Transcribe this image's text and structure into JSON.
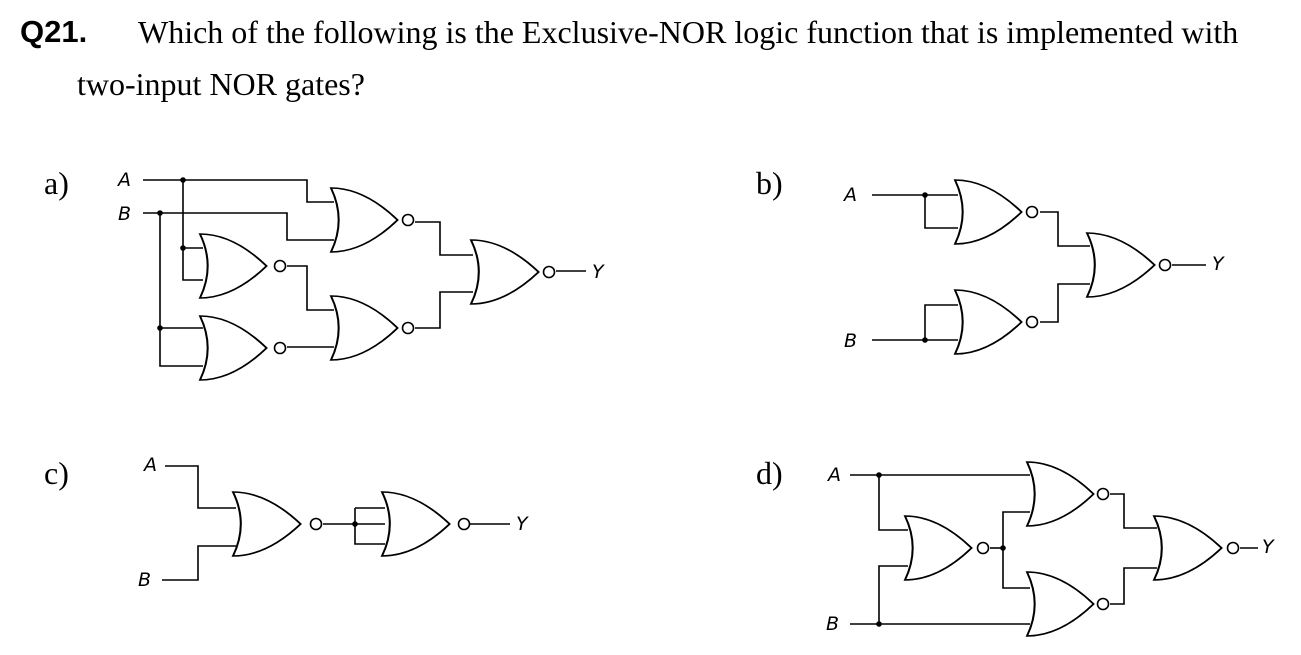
{
  "question": {
    "number": "Q21.",
    "line1": "Which of the following is the Exclusive-NOR logic function that is implemented with",
    "line2": "two-input NOR gates?"
  },
  "options": [
    {
      "label": "a)",
      "inputs": [
        "A",
        "B"
      ],
      "output": "Y"
    },
    {
      "label": "b)",
      "inputs": [
        "A",
        "B"
      ],
      "output": "Y"
    },
    {
      "label": "c)",
      "inputs": [
        "A",
        "B"
      ],
      "output": "Y"
    },
    {
      "label": "d)",
      "inputs": [
        "A",
        "B"
      ],
      "output": "Y"
    }
  ]
}
